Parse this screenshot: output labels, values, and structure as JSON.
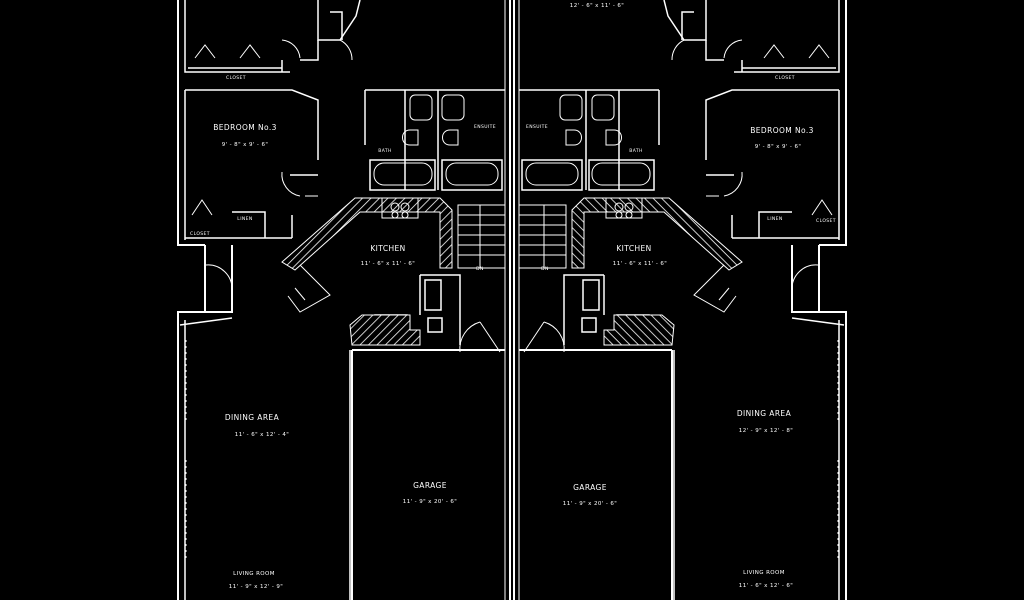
{
  "plan": {
    "left_unit": {
      "top_room_dims": "",
      "bedroom3_name": "BEDROOM No.3",
      "bedroom3_dims": "9' - 8\" x 9' - 6\"",
      "closet_top": "CLOSET",
      "closet_bottom": "CLOSET",
      "linen": "LINEN",
      "ensuite": "ENSUITE",
      "bath": "BATH",
      "kitchen_name": "KITCHEN",
      "kitchen_dims": "11' - 6\" x 11' - 6\"",
      "dining_name": "DINING AREA",
      "dining_dims": "11' - 6\" x 12' - 4\"",
      "garage_name": "GARAGE",
      "garage_dims": "11' - 9\" x 20' - 6\"",
      "living_name": "LIVING ROOM",
      "living_dims": "11' - 9\" x 12' - 9\"",
      "down": "DN"
    },
    "right_unit": {
      "top_room_dims": "12' - 6\" x 11' - 6\"",
      "bedroom3_name": "BEDROOM No.3",
      "bedroom3_dims": "9' - 8\" x 9' - 6\"",
      "closet_top": "CLOSET",
      "closet_bottom": "CLOSET",
      "linen": "LINEN",
      "ensuite": "ENSUITE",
      "bath": "BATH",
      "kitchen_name": "KITCHEN",
      "kitchen_dims": "11' - 6\" x 11' - 6\"",
      "dining_name": "DINING AREA",
      "dining_dims": "12' - 9\" x 12' - 8\"",
      "garage_name": "GARAGE",
      "garage_dims": "11' - 9\" x 20' - 6\"",
      "living_name": "LIVING ROOM",
      "living_dims": "11' - 6\" x 12' - 6\"",
      "down": "DN"
    }
  }
}
